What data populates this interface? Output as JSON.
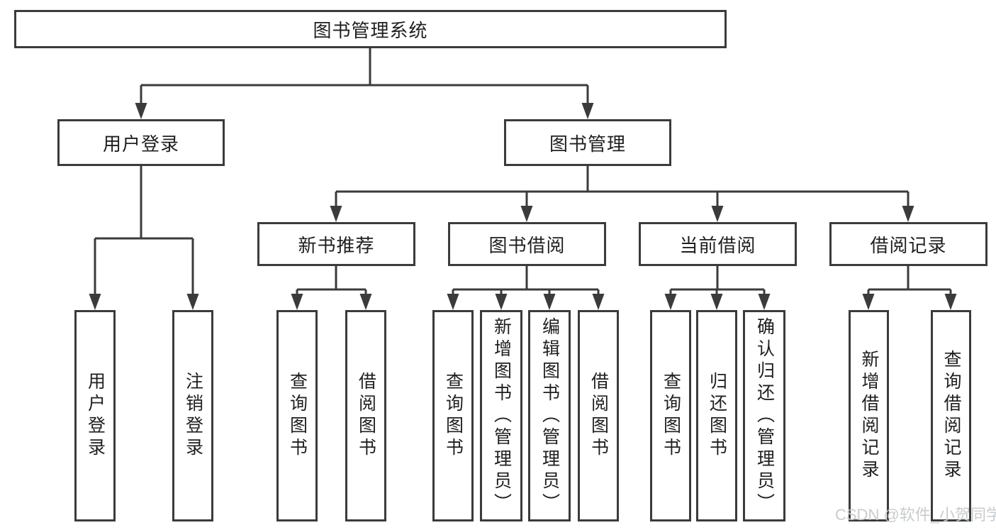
{
  "colors": {
    "line": "#3b3b3b",
    "text": "#1f1f1f",
    "bg": "#ffffff",
    "box-bg": "#ffffff",
    "watermark": "#c6cacd"
  },
  "diagram": {
    "title": "图书管理系统",
    "root": {
      "label": "图书管理系统"
    },
    "branches": [
      {
        "label": "用户登录",
        "children": [
          {
            "label": "用户登录"
          },
          {
            "label": "注销登录"
          }
        ]
      },
      {
        "label": "图书管理",
        "children": [
          {
            "label": "新书推荐",
            "children": [
              {
                "label": "查询图书"
              },
              {
                "label": "借阅图书"
              }
            ]
          },
          {
            "label": "图书借阅",
            "children": [
              {
                "label": "查询图书"
              },
              {
                "label": "新增图书（管理员）"
              },
              {
                "label": "编辑图书（管理员）"
              },
              {
                "label": "借阅图书"
              }
            ]
          },
          {
            "label": "当前借阅",
            "children": [
              {
                "label": "查询图书"
              },
              {
                "label": "归还图书"
              },
              {
                "label": "确认归还（管理员）"
              }
            ]
          },
          {
            "label": "借阅记录",
            "children": [
              {
                "label": "新增借阅记录"
              },
              {
                "label": "查询借阅记录"
              }
            ]
          }
        ]
      }
    ]
  },
  "watermark": {
    "text": "CSDN @软件_小贺同学"
  }
}
